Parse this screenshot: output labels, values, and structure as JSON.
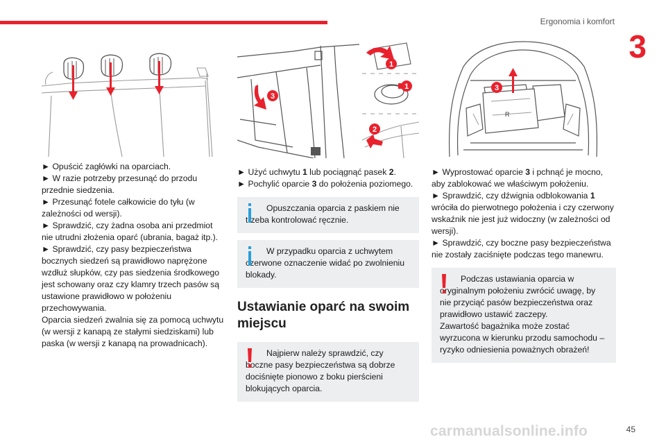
{
  "header": {
    "section_title": "Ergonomia i komfort",
    "chapter_number": "3",
    "accent_color": "#e8222d"
  },
  "col1": {
    "paragraphs": [
      "► Opuścić zagłówki na oparciach.",
      "► W razie potrzeby przesunąć do przodu przednie siedzenia.",
      "► Przesunąć fotele całkowicie do tyłu (w zależności od wersji).",
      "► Sprawdzić, czy żadna osoba ani przedmiot nie utrudni złożenia oparć (ubrania, bagaż itp.).",
      "► Sprawdzić, czy pasy bezpieczeństwa bocznych siedzeń są prawidłowo naprężone wzdłuż słupków, czy pas siedzenia środkowego jest schowany oraz czy klamry trzech pasów są ustawione prawidłowo w położeniu przechowywania.",
      "Oparcia siedzeń zwalnia się za pomocą uchwytu (w wersji z kanapą ze stałymi siedziskami) lub paska (w wersji z kanapą na prowadnicach)."
    ]
  },
  "col2": {
    "step1_pre": "► Użyć uchwytu ",
    "step1_num1": "1",
    "step1_mid": " lub pociągnąć pasek ",
    "step1_num2": "2",
    "step1_end": ".",
    "step2_pre": "► Pochylić oparcie ",
    "step2_num": "3",
    "step2_end": " do położenia poziomego.",
    "info1": "Opuszczania oparcia z paskiem nie trzeba kontrolować ręcznie.",
    "info2": "W przypadku oparcia z uchwytem czerwone oznaczenie widać po zwolnieniu blokady.",
    "heading": "Ustawianie oparć na swoim miejscu",
    "warning": "Najpierw należy sprawdzić, czy boczne pasy bezpieczeństwa są dobrze dociśnięte pionowo z boku pierścieni blokujących oparcia."
  },
  "col3": {
    "step1_pre": "► Wyprostować oparcie ",
    "step1_num": "3",
    "step1_end": " i pchnąć je mocno, aby zablokować we właściwym położeniu.",
    "step2_pre": "► Sprawdzić, czy dźwignia odblokowania ",
    "step2_num": "1",
    "step2_end": " wróciła do pierwotnego położenia i czy czerwony wskaźnik nie jest już widoczny (w zależności od wersji).",
    "step3": "► Sprawdzić, czy boczne pasy bezpieczeństwa nie zostały zaciśnięte podczas tego manewru.",
    "warning_p1": "Podczas ustawiania oparcia w oryginalnym położeniu zwrócić uwagę, by nie przyciąć pasów bezpieczeństwa oraz prawidłowo ustawić zaczepy.",
    "warning_p2": "Zawartość bagażnika może zostać wyrzucona w kierunku przodu samochodu – ryzyko odniesienia poważnych obrażeń!"
  },
  "figures": {
    "fig2_callouts": [
      "3",
      "1",
      "1",
      "2"
    ],
    "fig3_callout": "3",
    "fig3_badge": "R"
  },
  "footer": {
    "page_number": "45",
    "watermark": "carmanualsonline.info"
  }
}
